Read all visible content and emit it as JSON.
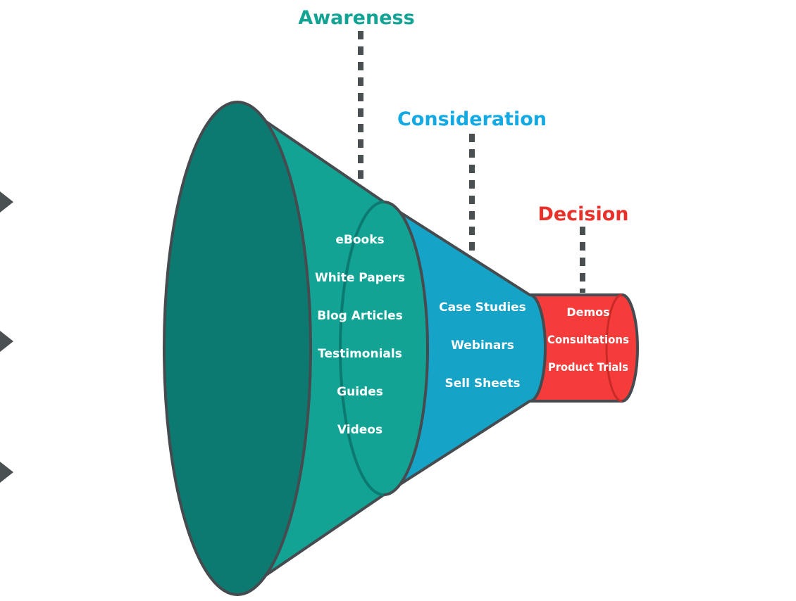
{
  "colors": {
    "awareness": "#12a394",
    "awareness_dark": "#0c7a70",
    "consideration": "#15a3c8",
    "consideration_title": "#13a9e4",
    "decision": "#f53c3a",
    "decision_title": "#e8312a",
    "outline": "#454b4f",
    "connector": "#4a4f52"
  },
  "stages": {
    "awareness": {
      "title": "Awareness",
      "items": [
        "eBooks",
        "White Papers",
        "Blog Articles",
        "Testimonials",
        "Guides",
        "Videos"
      ]
    },
    "consideration": {
      "title": "Consideration",
      "items": [
        "Case Studies",
        "Webinars",
        "Sell Sheets"
      ]
    },
    "decision": {
      "title": "Decision",
      "items": [
        "Demos",
        "Consultations",
        "Product Trials"
      ]
    }
  }
}
